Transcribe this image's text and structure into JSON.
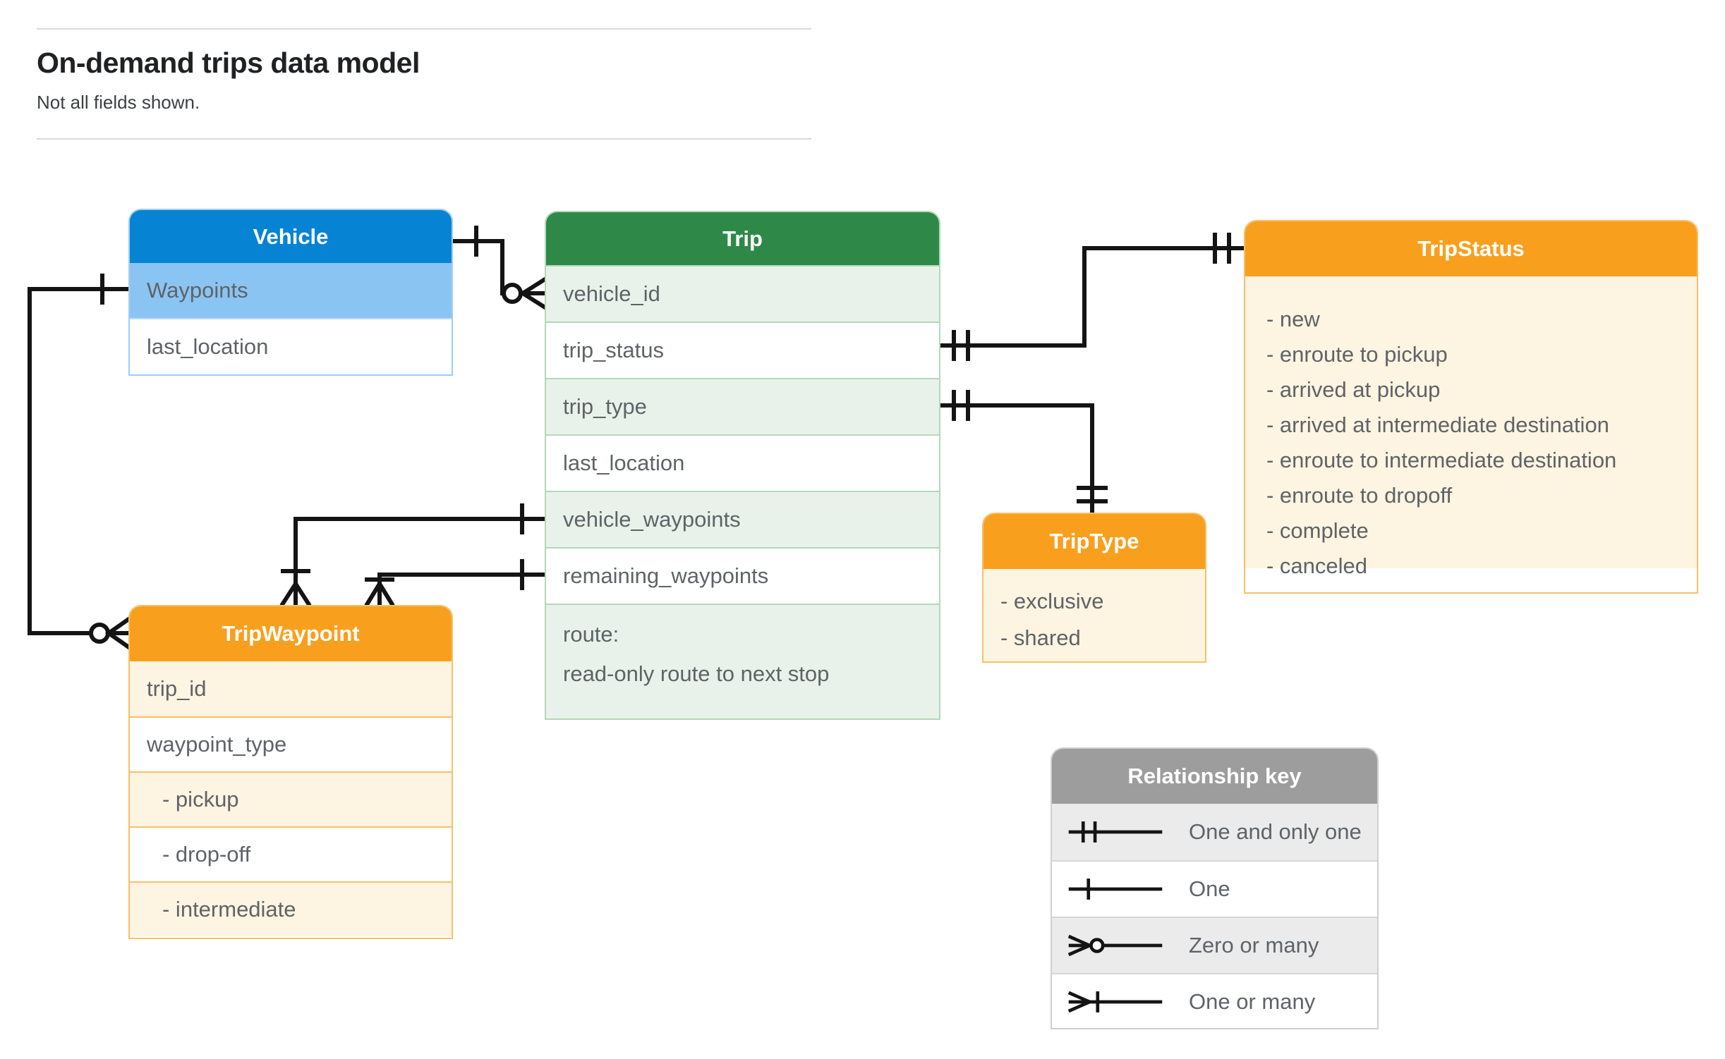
{
  "page": {
    "title": "On-demand trips data model",
    "subtitle": "Not all fields shown."
  },
  "colors": {
    "blue_header": "#0783d3",
    "blue_row": "#8ac4f2",
    "green_header": "#2e8948",
    "green_row": "#e9f2ea",
    "orange_header": "#f99f1e",
    "orange_row": "#fdf4e1",
    "gray_header": "#9d9d9d",
    "gray_row": "#ebebeb",
    "connector_line": "#141414",
    "field_text": "#5f6368"
  },
  "entities": {
    "vehicle": {
      "title": "Vehicle",
      "fields": [
        "Waypoints",
        "last_location"
      ]
    },
    "trip": {
      "title": "Trip",
      "fields": [
        "vehicle_id",
        "trip_status",
        "trip_type",
        "last_location",
        "vehicle_waypoints",
        "remaining_waypoints"
      ],
      "route_field": {
        "line1": "route:",
        "line2": "read-only route to next stop"
      }
    },
    "trip_status": {
      "title": "TripStatus",
      "values": [
        "- new",
        "- enroute to pickup",
        "- arrived at pickup",
        "- arrived at intermediate destination",
        "- enroute to intermediate destination",
        "- enroute to dropoff",
        "- complete",
        "- canceled"
      ]
    },
    "trip_type": {
      "title": "TripType",
      "values": [
        "- exclusive",
        "- shared"
      ]
    },
    "trip_waypoint": {
      "title": "TripWaypoint",
      "fields": [
        "trip_id",
        "waypoint_type"
      ],
      "values": [
        "- pickup",
        "- drop-off",
        "- intermediate"
      ]
    }
  },
  "relationships": [
    {
      "from": "Vehicle",
      "to": "Trip.vehicle_id",
      "from_cardinality": "one",
      "to_cardinality": "zero-or-many"
    },
    {
      "from": "Vehicle.Waypoints",
      "to": "TripWaypoint",
      "from_cardinality": "one",
      "to_cardinality": "zero-or-many"
    },
    {
      "from": "Trip.vehicle_waypoints",
      "to": "TripWaypoint",
      "from_cardinality": "one",
      "to_cardinality": "one-or-many"
    },
    {
      "from": "Trip.remaining_waypoints",
      "to": "TripWaypoint",
      "from_cardinality": "one",
      "to_cardinality": "one-or-many"
    },
    {
      "from": "Trip.trip_status",
      "to": "TripStatus",
      "from_cardinality": "one-and-only-one",
      "to_cardinality": "one-and-only-one"
    },
    {
      "from": "Trip.trip_type",
      "to": "TripType",
      "from_cardinality": "one-and-only-one",
      "to_cardinality": "one-and-only-one"
    }
  ],
  "legend": {
    "title": "Relationship key",
    "items": [
      {
        "symbol": "one-and-only-one",
        "label": "One and only one"
      },
      {
        "symbol": "one",
        "label": "One"
      },
      {
        "symbol": "zero-or-many",
        "label": "Zero or many"
      },
      {
        "symbol": "one-or-many",
        "label": "One or many"
      }
    ]
  }
}
